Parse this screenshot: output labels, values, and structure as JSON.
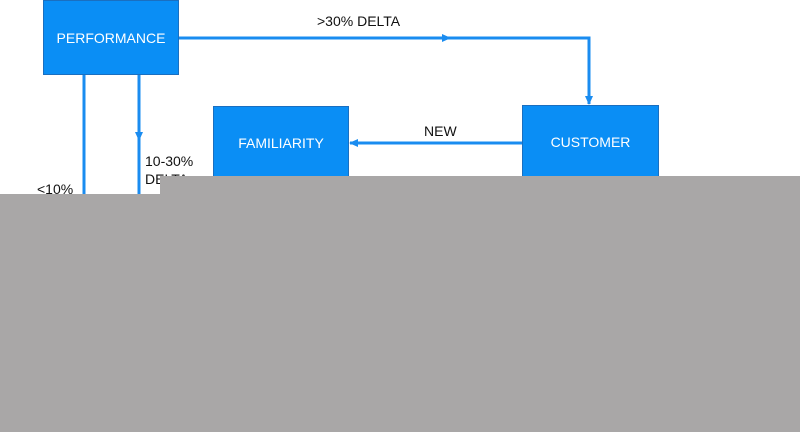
{
  "colors": {
    "node_fill": "#0a8ef5",
    "edge": "#1a8cf0",
    "label_text": "#111111",
    "occluder": "#a9a7a7"
  },
  "nodes": {
    "performance": "PERFORMANCE",
    "familiarity": "FAMILIARITY",
    "customer": "CUSTOMER"
  },
  "edge_labels": {
    "perf_to_customer": ">30% DELTA",
    "customer_to_familiarity": "NEW",
    "mid_branch_line1": "10-30%",
    "mid_branch_line2": "DELTA",
    "left_branch": "<10%"
  }
}
